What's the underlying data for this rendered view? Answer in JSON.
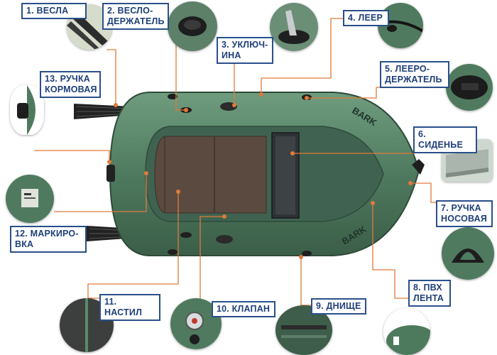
{
  "labels": {
    "l1": "1. ВЕСЛА",
    "l2": "2. ВЕСЛО-\nДЕРЖАТЕЛЬ",
    "l3": "3. УКЛЮЧ-\nИНА",
    "l4": "4. ЛЕЕР",
    "l5": "5. ЛЕЕРО-\nДЕРЖАТЕЛЬ",
    "l6": "6. СИДЕНЬЕ",
    "l7": "7. РУЧКА\nНОСОВАЯ",
    "l8": "8. ПВХ\nЛЕНТА",
    "l9": "9. ДНИЩЕ",
    "l10": "10. КЛАПАН",
    "l11": "11. НАСТИЛ",
    "l12": "12. МАРКИРО-\nВКА",
    "l13": "13. РУЧКА\nКОРМОВАЯ"
  },
  "boat_brand": "BARK",
  "colors": {
    "label_border": "#2a4f8a",
    "label_text": "#1f3f7a",
    "leader_line": "#e07a3a",
    "boat_green": "#4f7a5f",
    "floor_brown": "#5a4a40"
  }
}
